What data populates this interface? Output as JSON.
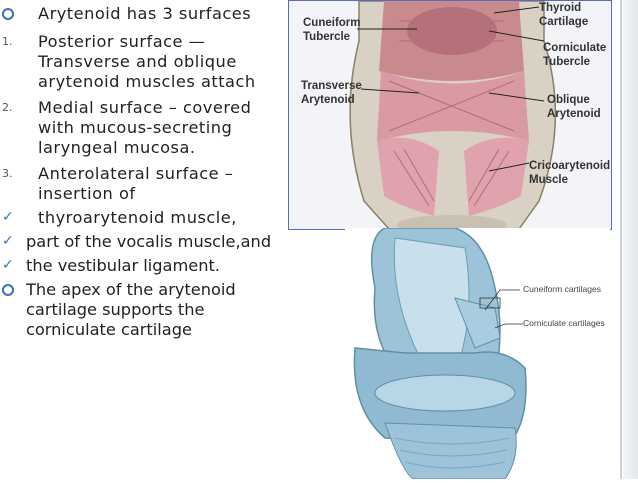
{
  "bullets": [
    {
      "type": "circle",
      "text": "Arytenoid   has   3 surfaces"
    },
    {
      "type": "num",
      "marker": "1.",
      "text": "Posterior    surface — Transverse  and   oblique arytenoid muscles attach"
    },
    {
      "type": "num",
      "marker": "2.",
      "text": "Medial surface – covered with mucous-secreting laryngeal mucosa."
    },
    {
      "type": "num",
      "marker": "3.",
      "text": "Anterolateral  surface – insertion of"
    },
    {
      "type": "check",
      "text": "thyroarytenoid muscle,"
    },
    {
      "type": "check",
      "text": "part of the vocalis muscle,and"
    },
    {
      "type": "check",
      "text": "the vestibular ligament."
    },
    {
      "type": "circle",
      "text": "The apex of the arytenoid cartilage supports the corniculate cartilage"
    }
  ],
  "figure_top_labels": {
    "cuneiform": "Cuneiform Tubercle",
    "thyroid": "Thyroid Cartilage",
    "corniculate": "Corniculate Tubercle",
    "transverse": "Transverse Arytenoid",
    "oblique": "Oblique Arytenoid",
    "crico": "Cricoarytenoid Muscle"
  },
  "figure_bottom_labels": {
    "cuneiform": "Cuneiform cartilages",
    "corniculate": "Corniculate cartilages"
  },
  "colors": {
    "bullet": "#3b6fb6",
    "text": "#222222",
    "frame": "#5b6bb5"
  }
}
